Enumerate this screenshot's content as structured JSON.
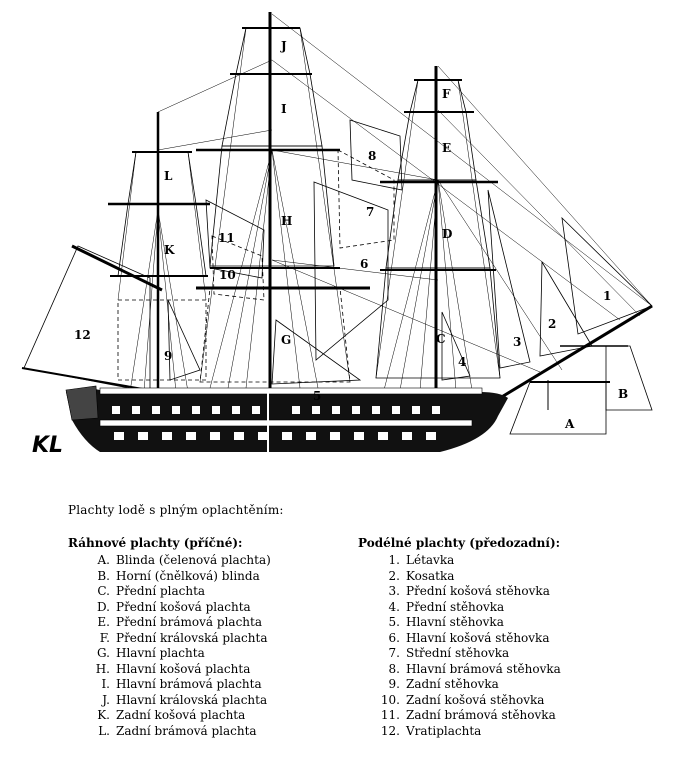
{
  "figure": {
    "signature": "KL",
    "labels": {
      "A": "A",
      "B": "B",
      "C": "C",
      "D": "D",
      "E": "E",
      "F": "F",
      "G": "G",
      "H": "H",
      "I": "I",
      "J": "J",
      "K": "K",
      "L": "L",
      "n1": "1",
      "n2": "2",
      "n3": "3",
      "n4": "4",
      "n5": "5",
      "n6": "6",
      "n7": "7",
      "n8": "8",
      "n9": "9",
      "n10": "10",
      "n11": "11",
      "n12": "12"
    }
  },
  "caption": "Plachty lodě s plným oplachtěním:",
  "square_sails": {
    "heading": "Ráhnové plachty (příčné):",
    "items": [
      {
        "key": "A.",
        "label": "Blinda (čelenová plachta)"
      },
      {
        "key": "B.",
        "label": "Horní (čnělková) blinda"
      },
      {
        "key": "C.",
        "label": "Přední plachta"
      },
      {
        "key": "D.",
        "label": "Přední košová plachta"
      },
      {
        "key": "E.",
        "label": "Přední brámová plachta"
      },
      {
        "key": "F.",
        "label": "Přední královská plachta"
      },
      {
        "key": "G.",
        "label": "Hlavní plachta"
      },
      {
        "key": "H.",
        "label": "Hlavní košová plachta"
      },
      {
        "key": "I.",
        "label": "Hlavní brámová plachta"
      },
      {
        "key": "J.",
        "label": "Hlavní královská plachta"
      },
      {
        "key": "K.",
        "label": "Zadní košová plachta"
      },
      {
        "key": "L.",
        "label": "Zadní brámová plachta"
      }
    ]
  },
  "fore_aft_sails": {
    "heading": "Podélné plachty (předozadní):",
    "items": [
      {
        "key": "1.",
        "label": "Létavka"
      },
      {
        "key": "2.",
        "label": "Kosatka"
      },
      {
        "key": "3.",
        "label": "Přední košová stěhovka"
      },
      {
        "key": "4.",
        "label": "Přední stěhovka"
      },
      {
        "key": "5.",
        "label": "Hlavní stěhovka"
      },
      {
        "key": "6.",
        "label": "Hlavní košová stěhovka"
      },
      {
        "key": "7.",
        "label": "Střední stěhovka"
      },
      {
        "key": "8.",
        "label": "Hlavní brámová stěhovka"
      },
      {
        "key": "9.",
        "label": "Zadní stěhovka"
      },
      {
        "key": "10.",
        "label": "Zadní košová stěhovka"
      },
      {
        "key": "11.",
        "label": "Zadní brámová stěhovka"
      },
      {
        "key": "12.",
        "label": "Vratiplachta"
      }
    ]
  }
}
